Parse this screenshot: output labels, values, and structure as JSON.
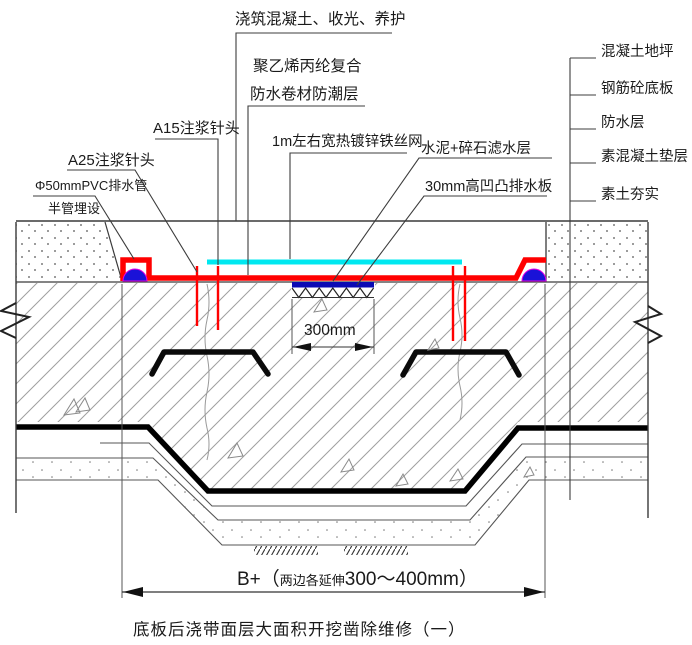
{
  "caption": "底板后浇带面层大面积开挖凿除维修（一）",
  "labels": {
    "pour_concrete": "浇筑混凝土、收光、养护",
    "membrane_line1": "聚乙烯丙纶复合",
    "membrane_line2": "防水卷材防潮层",
    "a15_needle": "A15注浆针头",
    "a25_needle": "A25注浆针头",
    "pvc_line1": "Φ50mmPVC排水管",
    "pvc_line2": "半管埋设",
    "wire_mesh": "1m左右宽热镀锌铁丝网",
    "filter_layer": "水泥+碎石滤水层",
    "drain_board": "30mm高凹凸排水板"
  },
  "right_labels": [
    "混凝土地坪",
    "钢筋砼底板",
    "防水层",
    "素混凝土垫层",
    "素土夯实"
  ],
  "dims": {
    "groove": "300mm",
    "b_prefix": "B+（",
    "b_mid": "两边各延伸",
    "b_suffix": "300～400mm）"
  },
  "colors": {
    "membrane_red": "#ff0000",
    "mesh_cyan": "#00e8f0",
    "pipe_blue": "#1a12d8",
    "board_blue": "#0b0bb4",
    "waterstop_black": "#000000"
  }
}
